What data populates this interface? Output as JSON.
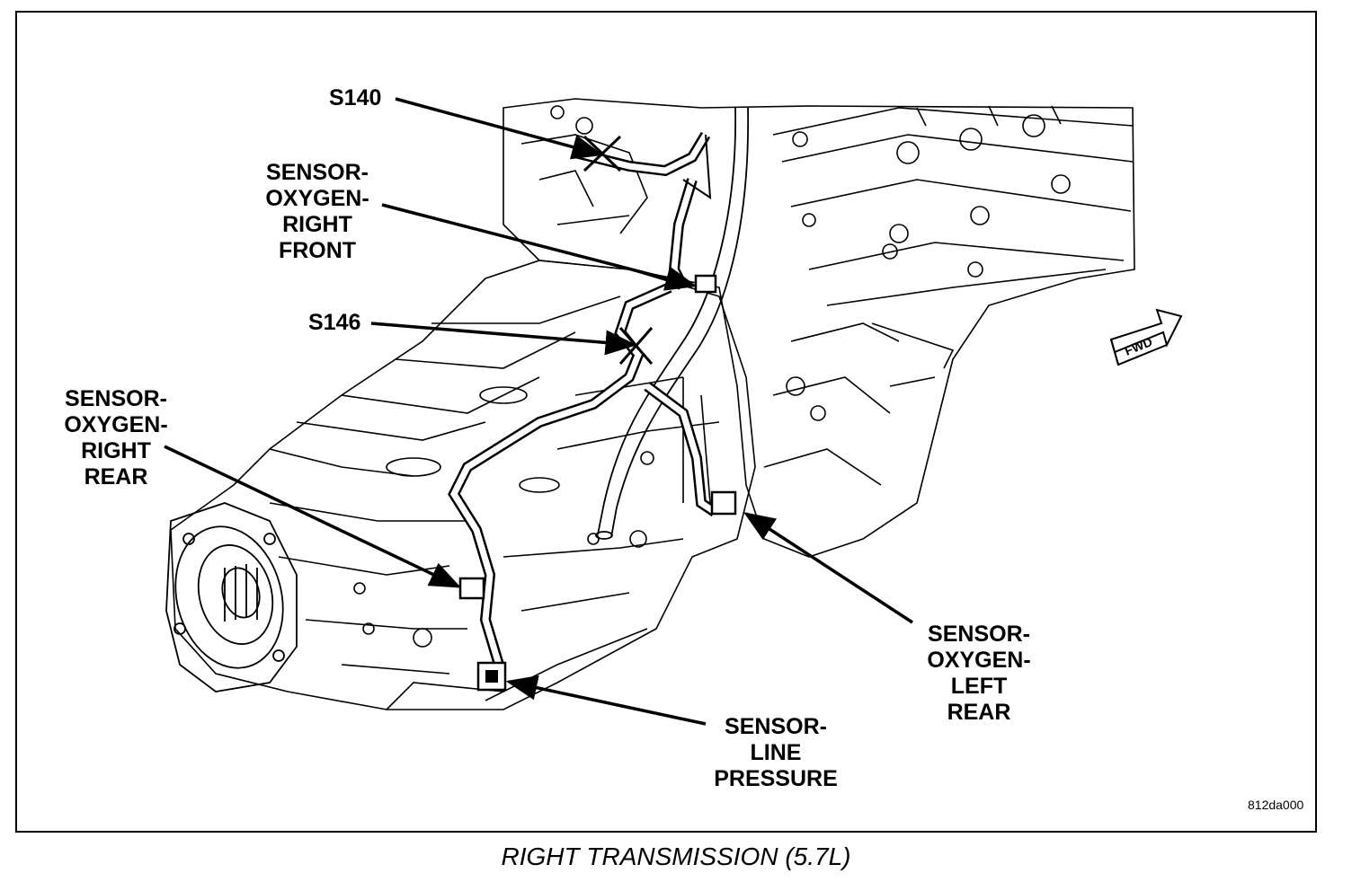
{
  "callouts": {
    "s140": {
      "lines": [
        "S140"
      ]
    },
    "o2_right_front": {
      "lines": [
        "SENSOR-",
        "OXYGEN-",
        "RIGHT",
        "FRONT"
      ]
    },
    "s146": {
      "lines": [
        "S146"
      ]
    },
    "o2_right_rear": {
      "lines": [
        "SENSOR-",
        "OXYGEN-",
        "RIGHT",
        "REAR"
      ]
    },
    "o2_left_rear": {
      "lines": [
        "SENSOR-",
        "OXYGEN-",
        "LEFT",
        "REAR"
      ]
    },
    "line_pressure": {
      "lines": [
        "SENSOR-",
        "LINE",
        "PRESSURE"
      ]
    }
  },
  "fwd_arrow": {
    "label": "FWD"
  },
  "drawing_id": "812da000",
  "caption": "RIGHT TRANSMISSION (5.7L)"
}
